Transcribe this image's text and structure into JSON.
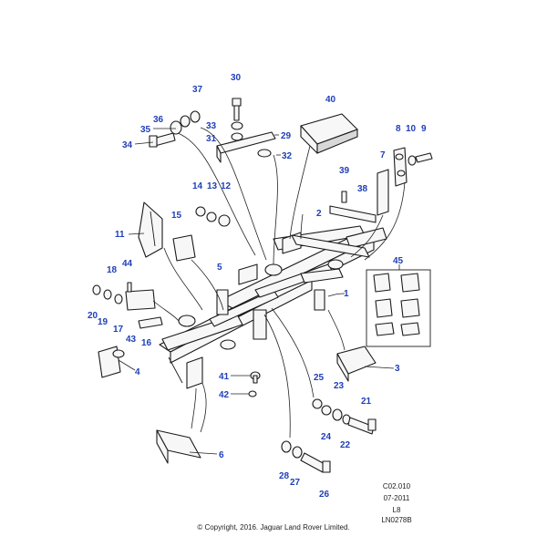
{
  "callouts": [
    "1",
    "2",
    "3",
    "4",
    "5",
    "6",
    "7",
    "8",
    "9",
    "10",
    "11",
    "12",
    "13",
    "14",
    "15",
    "16",
    "17",
    "18",
    "19",
    "20",
    "21",
    "22",
    "23",
    "24",
    "25",
    "26",
    "27",
    "28",
    "29",
    "30",
    "31",
    "32",
    "33",
    "34",
    "35",
    "36",
    "37",
    "38",
    "39",
    "40",
    "41",
    "42",
    "43",
    "44",
    "45"
  ],
  "meta": {
    "ref": "C02.010",
    "date": "07-2011",
    "code": "L8",
    "illustration": "LN0278B"
  },
  "copyright": "© Copyright, 2016. Jaguar Land Rover Limited.",
  "colors": {
    "callout": "#1f3fb8",
    "line": "#1a1a1a"
  }
}
